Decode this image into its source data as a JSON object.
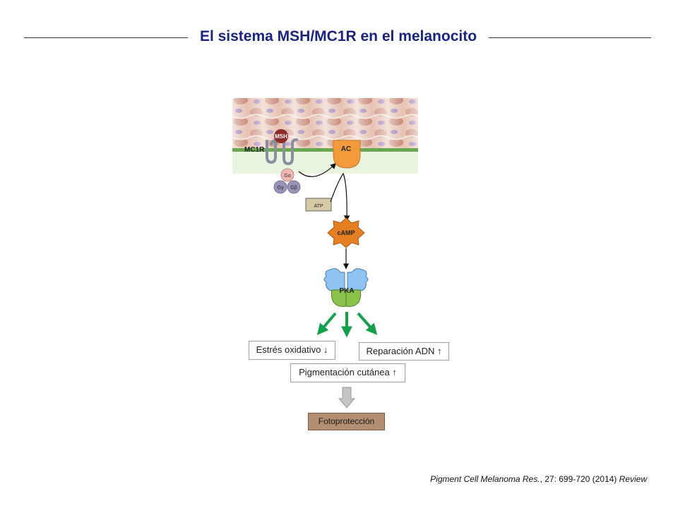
{
  "title": "El sistema MSH/MC1R en el melanocito",
  "labels": {
    "msh": "MSH",
    "mc1r": "MC1R",
    "ac": "AC",
    "g_alpha": "Gα",
    "g_gamma": "Gγ",
    "g_beta": "Gβ",
    "atp": "ATP",
    "camp": "cAMP",
    "pka": "PKA"
  },
  "effects": {
    "oxidative_stress": "Estrés oxidativo ↓",
    "dna_repair": "Reparación ADN ↑",
    "skin_pigmentation": "Pigmentación cutánea ↑",
    "photoprotection": "Fotoprotección"
  },
  "citation": {
    "journal": "Pigment Cell Melanoma Res.",
    "details": ", 27: 699-720 (2014) ",
    "type": "Review"
  },
  "colors": {
    "title": "#1a237e",
    "membrane": "#6aa84f",
    "arrows_green": "#13a04a",
    "ac": "#f39a3c",
    "camp": "#e67e22",
    "pka_regulatory": "#8ec3f2",
    "pka_catalytic": "#8bc34a",
    "photoprotection": "#b28e72"
  }
}
